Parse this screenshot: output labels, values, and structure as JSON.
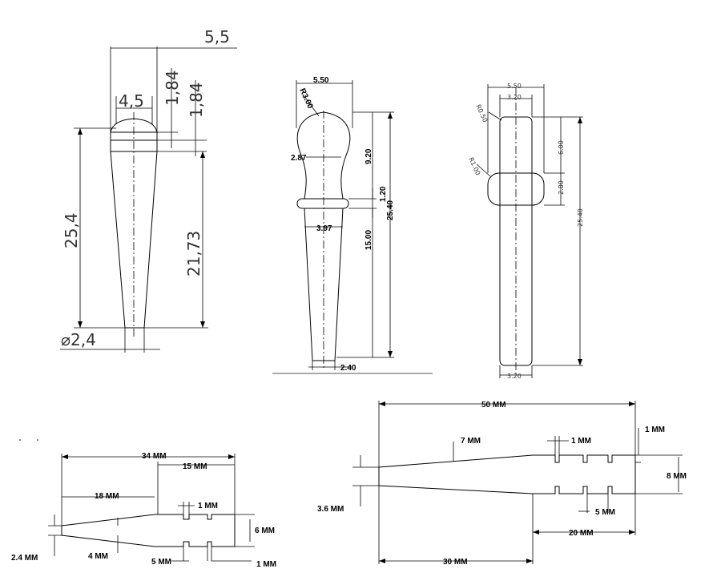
{
  "drawings": {
    "pin_tapered": {
      "dims": [
        "5,5",
        "4,5",
        "1,84",
        "1,84",
        "25,4",
        "21,73",
        "⌀2,4"
      ]
    },
    "pin_collared": {
      "dims": [
        "5.50",
        "R3.00",
        "2.87",
        "9.20",
        "1.20",
        "25.40",
        "3.97",
        "15.00",
        "2.40"
      ]
    },
    "pin_straight": {
      "dims": [
        "5.50",
        "3.20",
        "R0.50",
        "R1.00",
        "6.00",
        "2.80",
        "25.40",
        "3.20"
      ]
    },
    "nozzle_small": {
      "dims": [
        "34 MM",
        "15 MM",
        "18 MM",
        "1 MM",
        "6 MM",
        "2.4 MM",
        "4 MM",
        "5 MM",
        "1 MM"
      ]
    },
    "nozzle_large": {
      "dims": [
        "50 MM",
        "7 MM",
        "1 MM",
        "1 MM",
        "8 MM",
        "3.6 MM",
        "5 MM",
        "20 MM",
        "30 MM"
      ]
    }
  }
}
